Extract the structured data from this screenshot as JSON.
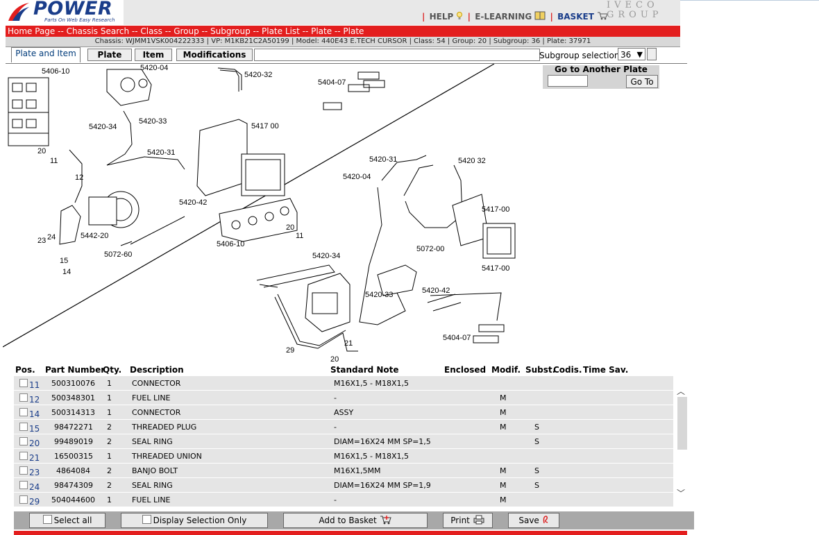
{
  "logo": {
    "brand": "POWER",
    "tagline": "Parts On Web Easy Research"
  },
  "header_links": {
    "help": "HELP",
    "elearning": "E-LEARNING",
    "basket": "BASKET",
    "sep": "|"
  },
  "corporate": {
    "line1": "IVECO",
    "line2": "GROUP"
  },
  "breadcrumb": "Home Page -- Chassis Search -- Class -- Group -- Subgroup -- Plate List -- Plate -- Plate",
  "infobar": "Chassis: WJMM1VSK004222333 | VP: M1KB21C2A50199 | Model: 440E43 E.TECH CURSOR | Class: 54 | Group: 20 | Subgroup: 36 | Plate: 37971",
  "tabs": [
    "Plate and Item",
    "Plate",
    "Item",
    "Modifications"
  ],
  "subgroup": {
    "label": "Subgroup selection",
    "value": "36"
  },
  "goto": {
    "title": "Go to Another Plate",
    "button": "Go To",
    "value": ""
  },
  "diagram_labels": {
    "l540610a": "5406-10",
    "l542004a": "5420-04",
    "l542032a": "5420-32",
    "l540407a": "5404-07",
    "l542034a": "5420-34",
    "l542033a": "5420-33",
    "l541700a": "5417 00",
    "l20a": "20",
    "l11a": "11",
    "l542031a": "5420-31",
    "l12": "12",
    "l542042a": "5420-42",
    "l24": "24",
    "l23": "23",
    "l544220": "5442-20",
    "l507260a": "5072-60",
    "l15": "15",
    "l14": "14",
    "l540610b": "5406-10",
    "l20b": "20",
    "l11b": "11",
    "l542034b": "5420-34",
    "l542031b": "5420-31",
    "l542004b": "5420-04",
    "l542032b": "5420 32",
    "l541700b": "5417-00",
    "l507200": "5072-00",
    "l541700c": "5417-00",
    "l542042b": "5420-42",
    "l542033b": "5420-33",
    "l540407b": "5404-07",
    "l29": "29",
    "l21": "21",
    "l20c": "20"
  },
  "table": {
    "headers": [
      "Pos.",
      "Part Number",
      "Qty.",
      "Description",
      "Standard Note",
      "Enclosed",
      "Modif.",
      "Subst.",
      "Codis.",
      "Time Sav."
    ],
    "rows": [
      {
        "pos": "11",
        "part": "500310076",
        "qty": "1",
        "desc": "CONNECTOR",
        "note": "M16X1,5 - M18X1,5",
        "modif": "",
        "subst": ""
      },
      {
        "pos": "12",
        "part": "500348301",
        "qty": "1",
        "desc": "FUEL LINE",
        "note": "-",
        "modif": "M",
        "subst": ""
      },
      {
        "pos": "14",
        "part": "500314313",
        "qty": "1",
        "desc": "CONNECTOR",
        "note": "ASSY",
        "modif": "M",
        "subst": ""
      },
      {
        "pos": "15",
        "part": "98472271",
        "qty": "2",
        "desc": "THREADED PLUG",
        "note": "-",
        "modif": "M",
        "subst": "S"
      },
      {
        "pos": "20",
        "part": "99489019",
        "qty": "2",
        "desc": "SEAL RING",
        "note": "DIAM=16X24 MM SP=1,5",
        "modif": "",
        "subst": "S"
      },
      {
        "pos": "21",
        "part": "16500315",
        "qty": "1",
        "desc": "THREADED UNION",
        "note": "M16X1,5 - M18X1,5",
        "modif": "",
        "subst": ""
      },
      {
        "pos": "23",
        "part": "4864084",
        "qty": "2",
        "desc": "BANJO BOLT",
        "note": "M16X1,5MM",
        "modif": "M",
        "subst": "S"
      },
      {
        "pos": "24",
        "part": "98474309",
        "qty": "2",
        "desc": "SEAL RING",
        "note": "DIAM=16X24 MM SP=1,9",
        "modif": "M",
        "subst": "S"
      },
      {
        "pos": "29",
        "part": "504044600",
        "qty": "1",
        "desc": "FUEL LINE",
        "note": "-",
        "modif": "M",
        "subst": ""
      }
    ]
  },
  "footer": {
    "select_all": "Select all",
    "display_selection": "Display Selection Only",
    "add_basket": "Add to Basket",
    "print": "Print",
    "save": "Save"
  },
  "colors": {
    "brand_blue": "#1a3d8a",
    "accent_red": "#e31e1e"
  }
}
